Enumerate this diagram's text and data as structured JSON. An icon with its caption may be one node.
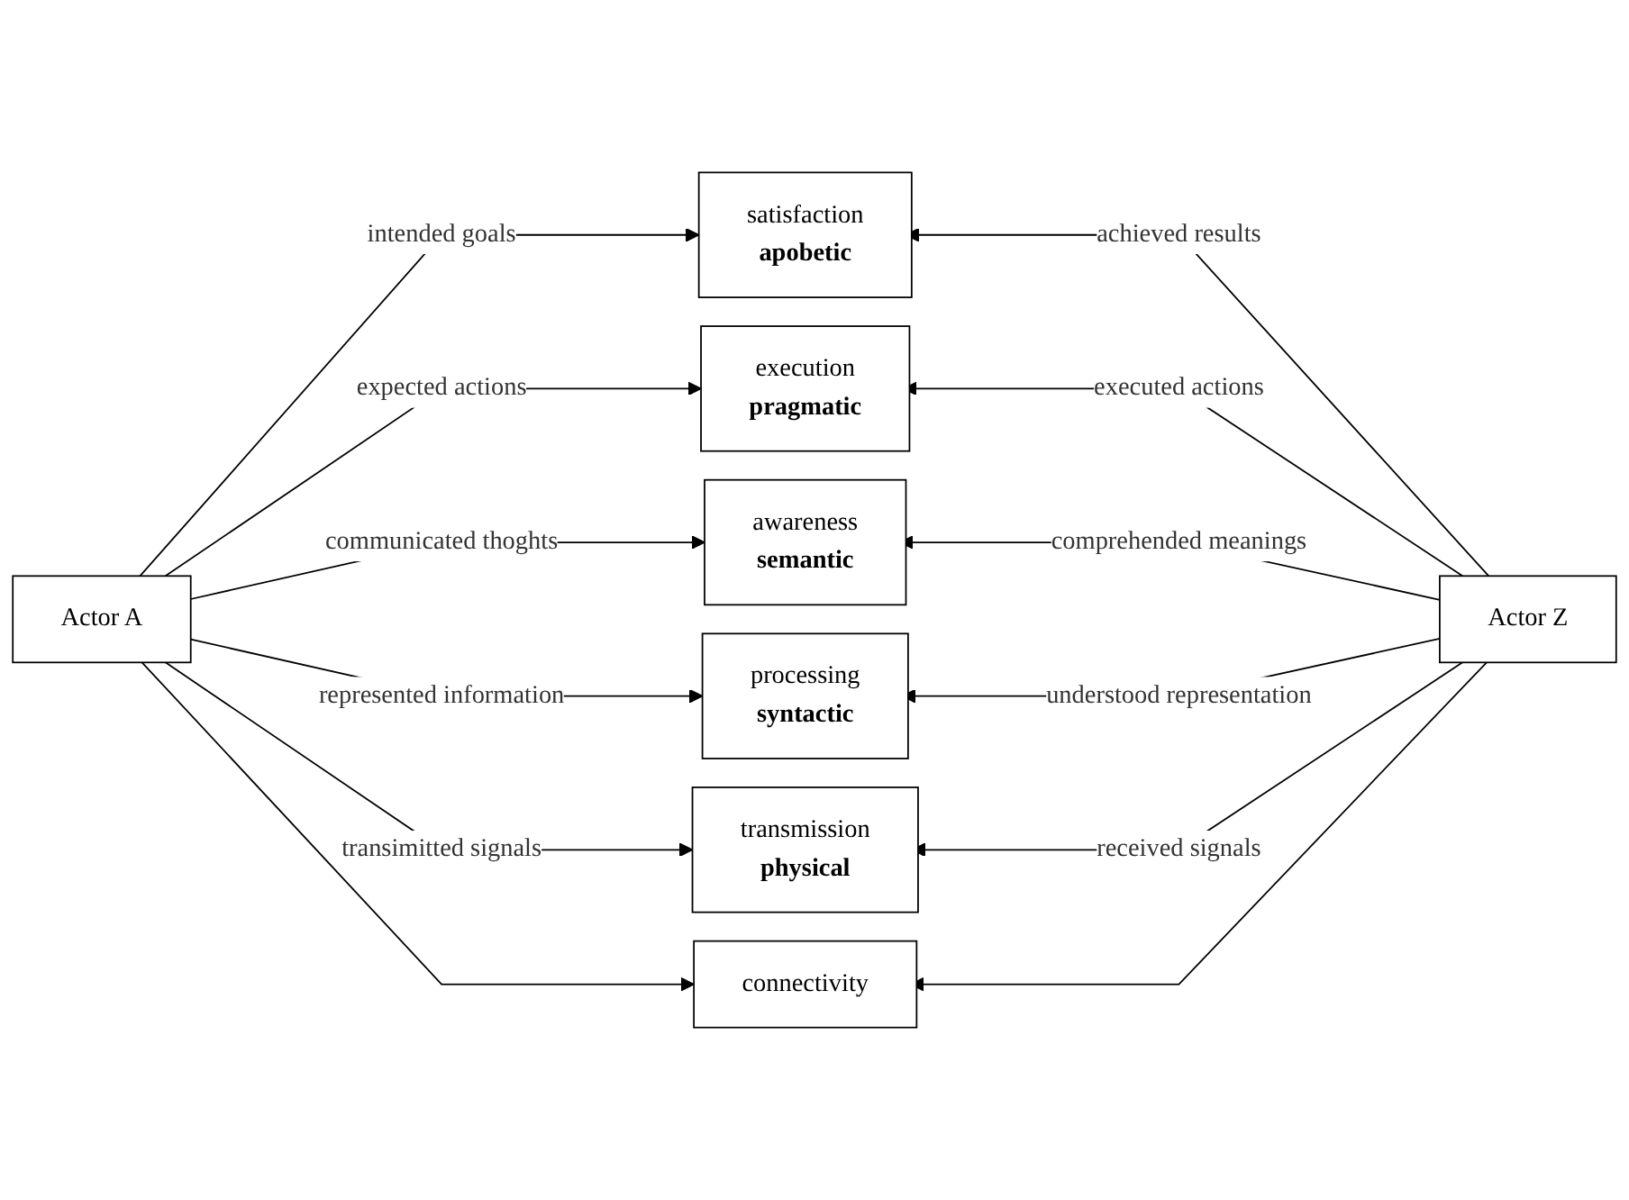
{
  "diagram": {
    "nodes": [
      {
        "text": [
          "Actor A"
        ]
      },
      {
        "text": [
          "satisfaction",
          "apobetic"
        ]
      },
      {
        "text": [
          "execution",
          "pragmatic"
        ]
      },
      {
        "text": [
          "awareness",
          "semantic"
        ]
      },
      {
        "text": [
          "processing",
          "syntactic"
        ]
      },
      {
        "text": [
          "transmission",
          "physical"
        ]
      },
      {
        "text": [
          "connectivity"
        ]
      },
      {
        "text": [
          "Actor Z"
        ]
      }
    ],
    "edges": [
      {
        "from": 0,
        "to": 1,
        "arrow": "to",
        "label": "intended goals"
      },
      {
        "from": 0,
        "to": 2,
        "arrow": "to",
        "label": "expected actions"
      },
      {
        "from": 0,
        "to": 3,
        "arrow": "to",
        "label": "communicated thoghts"
      },
      {
        "from": 0,
        "to": 4,
        "arrow": "to",
        "label": "represented information"
      },
      {
        "from": 0,
        "to": 5,
        "arrow": "to",
        "label": "transimitted signals"
      },
      {
        "from": 0,
        "to": 6,
        "arrow": "to"
      },
      {
        "from": 7,
        "to": 1,
        "arrow": "to",
        "label": "achieved results"
      },
      {
        "from": 7,
        "to": 2,
        "arrow": "to",
        "label": "executed actions"
      },
      {
        "from": 7,
        "to": 3,
        "arrow": "to",
        "label": "comprehended meanings"
      },
      {
        "from": 7,
        "to": 4,
        "arrow": "to",
        "label": "understood representation"
      },
      {
        "from": 7,
        "to": 5,
        "arrow": "to",
        "label": "received signals"
      },
      {
        "from": 7,
        "to": 6,
        "arrow": "to"
      }
    ]
  }
}
